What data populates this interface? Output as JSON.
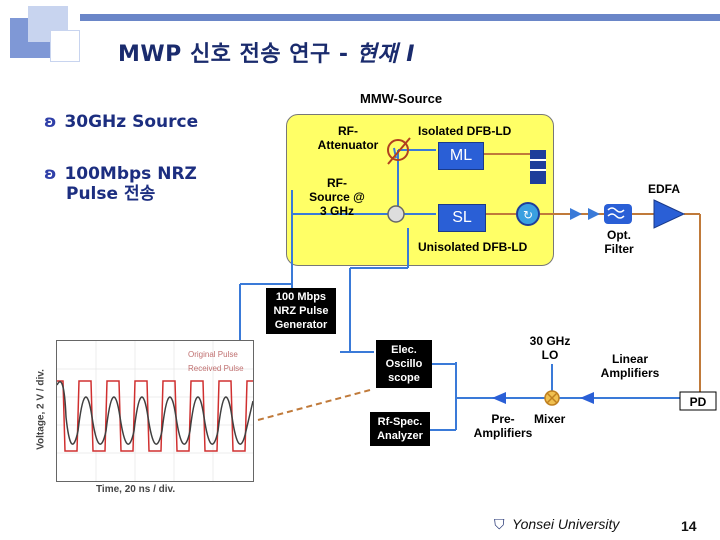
{
  "slide": {
    "title_main": "MWP 신호 전송 연구 - ",
    "title_italic": "현재 I",
    "page_number": "14",
    "footer": "Yonsei University"
  },
  "bullets": [
    {
      "label": "30GHz Source"
    },
    {
      "label_line1": "100Mbps NRZ",
      "label_line2": "Pulse 전송"
    }
  ],
  "diagram": {
    "mmw_source": "MMW-Source",
    "rf_attenuator_l1": "RF-",
    "rf_attenuator_l2": "Attenuator",
    "isolated_dfb": "Isolated DFB-LD",
    "ml": "ML",
    "rf_source_l1": "RF-",
    "rf_source_l2": "Source @",
    "rf_source_l3": "3 GHz",
    "sl": "SL",
    "unisolated_dfb": "Unisolated DFB-LD",
    "edfa": "EDFA",
    "opt_filter_l1": "Opt.",
    "opt_filter_l2": "Filter",
    "nrz_gen_l1": "100 Mbps",
    "nrz_gen_l2": "NRZ Pulse",
    "nrz_gen_l3": "Generator",
    "lo_l1": "30 GHz",
    "lo_l2": "LO",
    "elec_osc_l1": "Elec.",
    "elec_osc_l2": "Oscillo",
    "elec_osc_l3": "scope",
    "linear_amp_l1": "Linear",
    "linear_amp_l2": "Amplifiers",
    "pd": "PD",
    "rf_spec_l1": "Rf-Spec.",
    "rf_spec_l2": "Analyzer",
    "pre_amp_l1": "Pre-",
    "pre_amp_l2": "Amplifiers",
    "mixer": "Mixer"
  },
  "scope": {
    "legend_original": "Original Pulse",
    "legend_received": "Received Pulse",
    "ylabel": "Voltage, 2 V / div.",
    "xlabel": "Time, 20 ns / div."
  },
  "colors": {
    "title": "#1a2b6d",
    "fiber": "#c07a3a",
    "electrical": "#3a7ad8",
    "yellow_box": "#ffff66"
  }
}
